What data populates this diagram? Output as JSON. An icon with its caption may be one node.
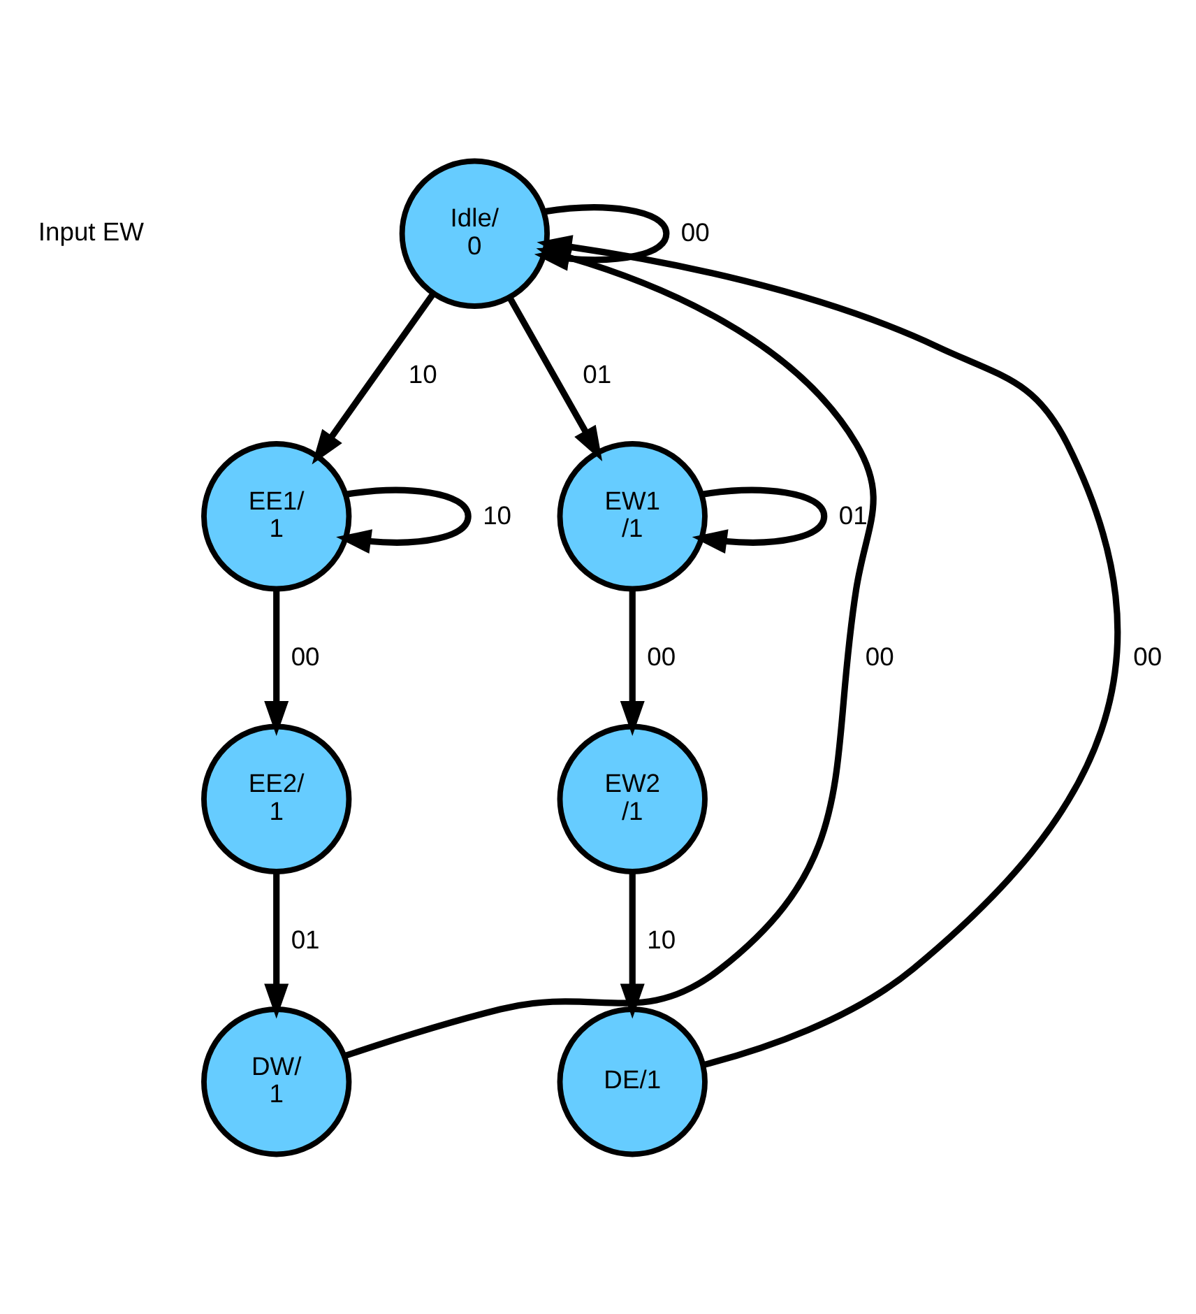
{
  "diagram": {
    "nodes": [
      {
        "text": [
          "Idle/ 0"
        ]
      },
      {
        "text": [
          "EE1/ 1"
        ]
      },
      {
        "text": [
          "EW1 /1"
        ]
      },
      {
        "text": [
          "EE2/ 1"
        ]
      },
      {
        "text": [
          "EW2 /1"
        ]
      },
      {
        "text": [
          "DW/ 1"
        ]
      },
      {
        "text": [
          "DE/1"
        ]
      }
    ],
    "edges": [
      {
        "from": 0,
        "to": 0,
        "arrow": "to",
        "label": "00"
      },
      {
        "from": 0,
        "to": 1,
        "arrow": "to",
        "label": "10"
      },
      {
        "from": 0,
        "to": 2,
        "arrow": "to",
        "label": "01"
      },
      {
        "from": 1,
        "to": 1,
        "arrow": "to",
        "label": "10"
      },
      {
        "from": 2,
        "to": 2,
        "arrow": "to",
        "label": "01"
      },
      {
        "from": 1,
        "to": 3,
        "arrow": "to",
        "label": "00"
      },
      {
        "from": 2,
        "to": 4,
        "arrow": "to",
        "label": "00"
      },
      {
        "from": 3,
        "to": 5,
        "arrow": "to",
        "label": "01"
      },
      {
        "from": 4,
        "to": 6,
        "arrow": "to",
        "label": "10"
      },
      {
        "from": 5,
        "to": 0,
        "arrow": "to",
        "label": "00"
      },
      {
        "from": 6,
        "to": 0,
        "arrow": "to",
        "label": "00"
      }
    ],
    "labels": [
      "Input EW"
    ]
  }
}
